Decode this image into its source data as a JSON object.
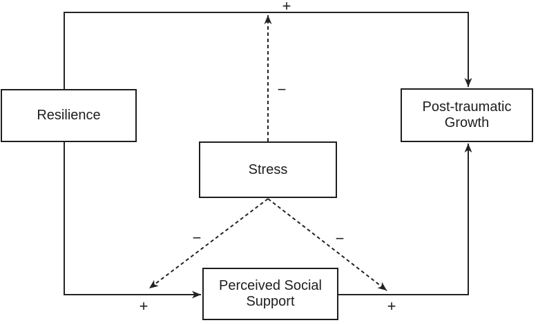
{
  "diagram": {
    "type": "path-model",
    "background_color": "#ffffff",
    "line_color": "#222222",
    "box_border_color": "#1d1d1d",
    "box_fill_color": "#ffffff",
    "nodes": {
      "resilience": {
        "label": "Resilience"
      },
      "stress": {
        "label": "Stress"
      },
      "post_traumatic_growth": {
        "label": "Post-traumatic Growth"
      },
      "perceived_social_support": {
        "label": "Perceived Social Support"
      }
    },
    "signs": {
      "plus_top": "+",
      "minus_top": "−",
      "minus_left": "−",
      "minus_right": "−",
      "plus_left": "+",
      "plus_right": "+"
    },
    "edges": [
      {
        "from": "Resilience",
        "to": "Post-traumatic Growth",
        "style": "solid",
        "sign": "+"
      },
      {
        "from": "Stress",
        "to": "Resilience → Post-traumatic Growth path",
        "style": "dashed",
        "sign": "−"
      },
      {
        "from": "Resilience",
        "to": "Perceived Social Support",
        "style": "solid",
        "sign": "+"
      },
      {
        "from": "Stress",
        "to": "Resilience → Perceived Social Support path",
        "style": "dashed",
        "sign": "−"
      },
      {
        "from": "Stress",
        "to": "Perceived Social Support → Post-traumatic Growth path",
        "style": "dashed",
        "sign": "−"
      },
      {
        "from": "Perceived Social Support",
        "to": "Post-traumatic Growth",
        "style": "solid",
        "sign": "+"
      }
    ]
  }
}
